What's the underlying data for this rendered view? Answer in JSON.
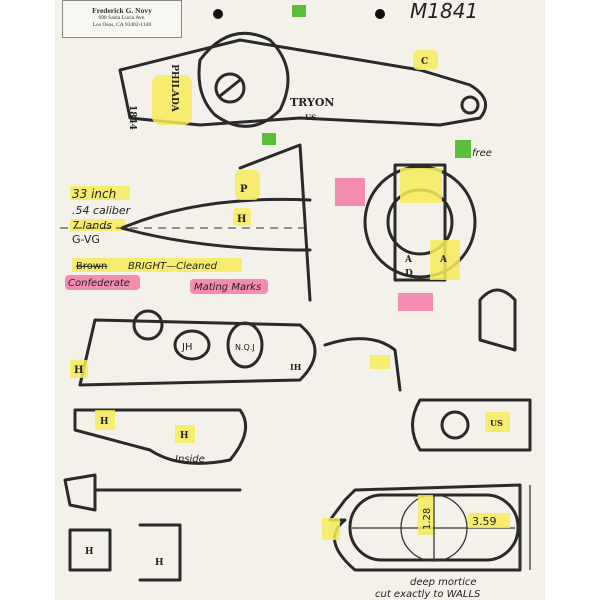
{
  "header": {
    "name": "Frederick G. Novy",
    "street": "698 Santa Lucia Ave.",
    "city": "Los Osos, CA 93402-1140",
    "model": "M1841"
  },
  "lock": {
    "stamp_place": "PHILADA",
    "stamp_year": "1844",
    "maker": "TRYON",
    "maker_sub": "US",
    "mark_c": "C"
  },
  "notes": {
    "length": "33 inch",
    "caliber": ".54 caliber",
    "lands": "7 lands",
    "grade": "G-VG",
    "finish_struck": "Brown",
    "finish": "BRIGHT—Cleaned",
    "origin": "Confederate",
    "mating": "Mating Marks",
    "free": "free"
  },
  "marks": {
    "h": "H",
    "a": "A",
    "d": "D",
    "ih": "IH",
    "p": "P",
    "us": "US",
    "jh": "JH",
    "nq": "N.Q.J",
    "inside": "Inside"
  },
  "mortice": {
    "dim1": "1.28",
    "dim2": "3.59",
    "note1": "deep mortice",
    "note2": "cut exactly to WALLS"
  },
  "colors": {
    "highlight": "#f6ec5a",
    "pink": "#f27aa6",
    "green": "#5cbf3a"
  }
}
